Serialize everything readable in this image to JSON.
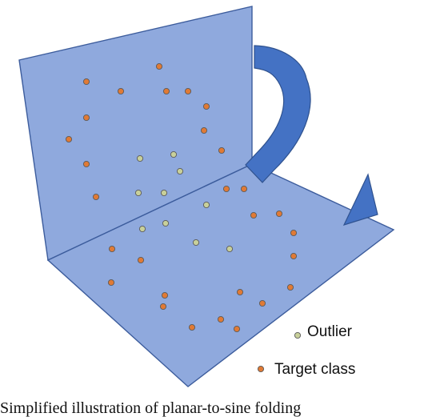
{
  "diagram": {
    "legend": {
      "outlier_label": "Outlier",
      "target_label": "Target class"
    },
    "caption": "Simplified illustration of planar-to-sine folding",
    "colors": {
      "plane_fill": "#8fa9dd",
      "plane_stroke": "#3c5c9c",
      "arrow": "#4472c4",
      "target_point": "#e07a35",
      "outlier_point": "#c8d09a",
      "point_stroke": "#5a5a5a"
    },
    "arrow_icon": "curved-arrow-icon"
  }
}
